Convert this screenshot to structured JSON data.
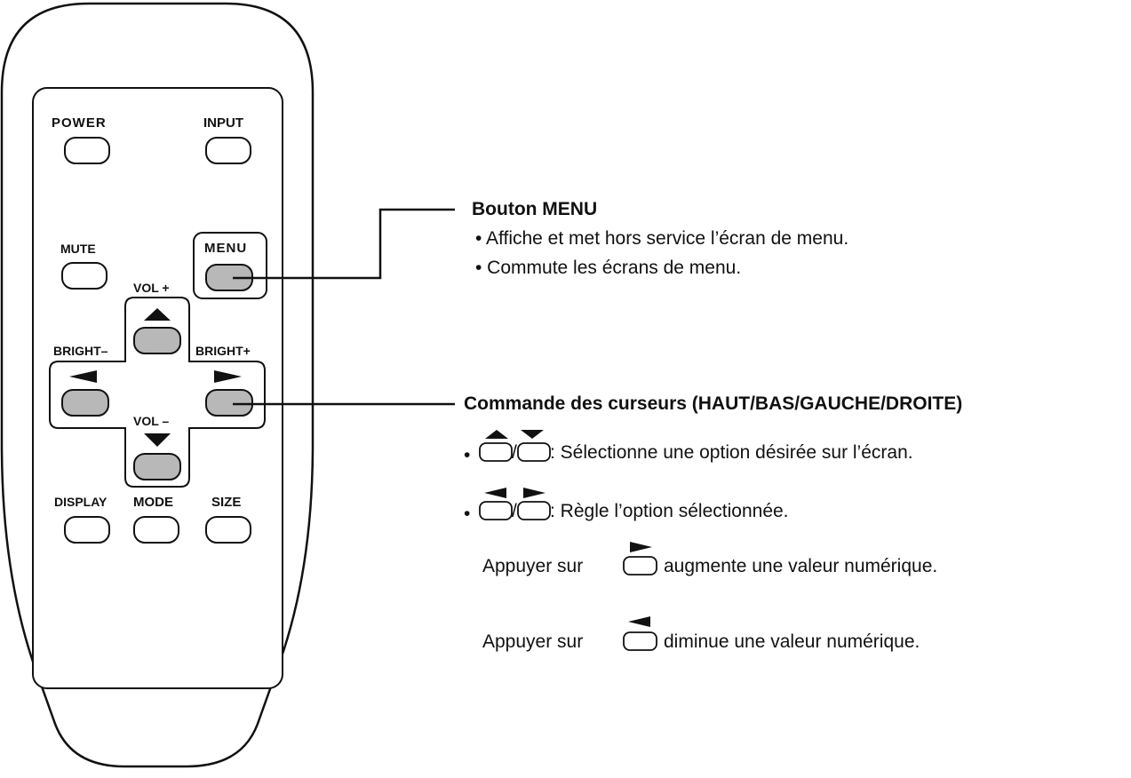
{
  "remote": {
    "power": "POWER",
    "input": "INPUT",
    "mute": "MUTE",
    "menu": "MENU",
    "vol_plus": "VOL +",
    "vol_minus": "VOL –",
    "bright_minus": "BRIGHT–",
    "bright_plus": "BRIGHT+",
    "display": "DISPLAY",
    "mode": "MODE",
    "size": "SIZE"
  },
  "menu_callout": {
    "title": "Bouton MENU",
    "items": [
      "• Affiche et met hors service l’écran de menu.",
      "• Commute les écrans de menu."
    ]
  },
  "cursor_callout": {
    "title": "Commande des curseurs (HAUT/BAS/GAUCHE/DROITE)",
    "bullet": "•",
    "slash": "/",
    "updown_text": ": Sélectionne une option désirée sur l’écran.",
    "leftright_text": ": Règle l’option sélectionnée.",
    "press_prefix": "Appuyer sur",
    "increase_text": "augmente une valeur numérique.",
    "decrease_text": "diminue une valeur numérique."
  },
  "icons": {
    "up": "up-arrow-icon",
    "down": "down-arrow-icon",
    "left": "left-arrow-icon",
    "right": "right-arrow-icon"
  }
}
